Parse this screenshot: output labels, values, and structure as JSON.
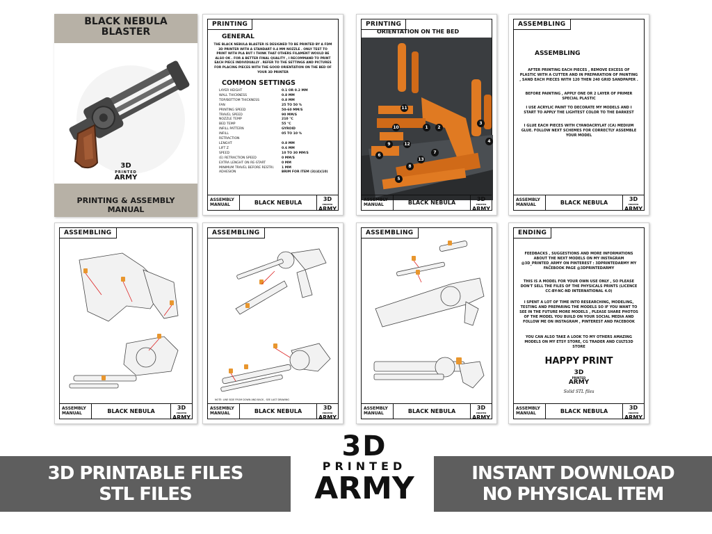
{
  "cover": {
    "title_line1": "BLACK NEBULA",
    "title_line2": "BLASTER",
    "logo_top": "3D",
    "logo_mid": "PRINTED",
    "logo_bottom": "ARMY",
    "subtitle_line1": "PRINTING & ASSEMBLY",
    "subtitle_line2": "MANUAL"
  },
  "footer": {
    "left_line1": "ASSEMBLY",
    "left_line2": "MANUAL",
    "center": "BLACK NEBULA",
    "logo_top": "3D",
    "logo_mid": "PRINTED",
    "logo_bottom": "ARMY"
  },
  "printing_general": {
    "tab": "PRINTING",
    "heading": "GENERAL",
    "paragraph": "THE BLACK NEBULA BLASTER IS DESIGNED TO BE PRINTED BY A FDM 3D PRINTER WITH A STANDART 0.4 MM NOZZLE . ONLY TEST TO PRINT WITH PLA BUT I THINK THAT OTHERS FILAMENT WOULD BE ALSO OK . FOR A BETTER FINAL QUALITY , I RECOMMAND TO PRINT EACH PIECE INDIVIDUALLY . REFER TO THE SETTINGS AND PICTURES FOR PLACING PIECES WITH THE GOOD ORIENTATION ON THE BED OF YOUR 3D PRINTER",
    "settings_heading": "COMMON SETTINGS",
    "settings": [
      {
        "k": "LAYER HEIGHT",
        "v": "0.1 OR 0.2 MM"
      },
      {
        "k": "WALL THICKNESS",
        "v": "0.8 MM"
      },
      {
        "k": "TOP/BOTTOM THICKNESS",
        "v": "0.8 MM"
      },
      {
        "k": "FAN",
        "v": "25 TO 50 %"
      },
      {
        "k": "PRINTING SPEED",
        "v": "50-60 MM/S"
      },
      {
        "k": "TRAVEL SPEED",
        "v": "90 MM/S"
      },
      {
        "k": "NOZZLE TEMP",
        "v": "210 °C"
      },
      {
        "k": "BED TEMP",
        "v": "55 °C"
      },
      {
        "k": "INFILL PATTERN",
        "v": "GYROID"
      },
      {
        "k": "INFILL",
        "v": "05 TO 10 %"
      },
      {
        "k": "RETRACTION",
        "v": ""
      },
      {
        "k": "    LENGHT",
        "v": "0.8 MM"
      },
      {
        "k": "    LIFT Z",
        "v": "0.6 MM"
      },
      {
        "k": "    SPEED",
        "v": "10 TO 30 MM/S"
      },
      {
        "k": "    (E) RETRACTION SPEED",
        "v": "0 MM/S"
      },
      {
        "k": "    EXTRA LENGHT ON RE-START",
        "v": "0 MM"
      },
      {
        "k": "    MINIMUM TRAVEL BEFORE RESTRI.",
        "v": "1 MM"
      },
      {
        "k": "ADHESION",
        "v": "BRIM FOR ITEM (3)(4)(10)"
      }
    ]
  },
  "printing_orientation": {
    "tab": "PRINTING",
    "heading": "ORIENTATION ON THE BED",
    "labels": [
      "1",
      "2",
      "3",
      "4",
      "5",
      "6",
      "7",
      "8",
      "9",
      "10",
      "11",
      "12",
      "13"
    ]
  },
  "assembling_intro": {
    "tab": "ASSEMBLING",
    "heading": "ASSEMBLING",
    "p1": "AFTER PRINTING EACH PIECES , REMOVE EXCESS OF PLASTIC WITH A CUTTER AND IN PREPARATION OF PAINTING , SAND EACH PIECES WITH 120 THEN 240 GRID SANDPAPER .",
    "p2": "BEFORE PAINTING , APPLY ONE OR 2 LAYER OF PRIMER SPECIAL PLASTIC",
    "p3": "I USE ACRYLIC PAINT TO DECORATE MY MODELS AND I START TO APPLY THE LIGHTEST COLOR TO THE DARKEST",
    "p4": "I GLUE EACH PIECES WITH CYANOACRYLAT (CA) MEDIUM GLUE. FOLLOW NEXT SCHEMES FOR CORRECTLY ASSEMBLE YOUR MODEL"
  },
  "assembling_pages": {
    "tab": "ASSEMBLING",
    "note": "NOTE: LINE SIDE FROM DOWN AND BACK , SEE LAST DRAWING"
  },
  "ending": {
    "tab": "ENDING",
    "p1": "FEEDBACKS , SUGGESTIONS AND MORE INFORMATIONS ABOUT THE NEXT MODELS ON MY INSTAGRAM @3D_PRINTED_ARMY ON PINTEREST : 3DPRINTEDARMY MY FACEBOOK PAGE @3DPRINTEDARMY",
    "p2": "THIS IS A MODEL FOR YOUR OWN USE ONLY , SO PLEASE DON'T SELL THE FILES OF THE PHYSICALS PRINTS (LICENCE CC-BY-NC-ND INTERNATIONAL 4.0)",
    "p3": "I SPENT A LOT OF TIME INTO RESEARCHING, MODELING, TESTING AND PREPARING THE MODELS SO IF YOU WANT TO SEE IN THE FUTURE MORE MODELS , PLEASE SHARE PHOTOS OF THE MODEL YOU BUILD ON YOUR SOCIAL MEDIA AND FOLLOW ME ON INSTAGRAM , PINTEREST AND FACEBOOK",
    "p4": "YOU CAN ALSO TAKE A LOOK TO MY OTHERS AMAZING MODELS ON MY ETSY STORE, CG TRADER AND CULTS3D STORE",
    "happy": "HAPPY PRINT",
    "logo_top": "3D",
    "logo_mid": "PRINTED",
    "logo_bottom": "ARMY",
    "tagline": "Solid STL files"
  },
  "banner": {
    "left_line1": "3D PRINTABLE FILES",
    "left_line2": "STL FILES",
    "logo_top": "3D",
    "logo_mid": "PRINTED",
    "logo_bottom": "ARMY",
    "right_line1": "INSTANT DOWNLOAD",
    "right_line2": "NO PHYSICAL ITEM"
  },
  "colors": {
    "cover_bg": "#b7b1a6",
    "bed": "#3a3d40",
    "parts": "#e07a22",
    "banner": "#5e5e5e",
    "grip": "#8a4a2a"
  }
}
